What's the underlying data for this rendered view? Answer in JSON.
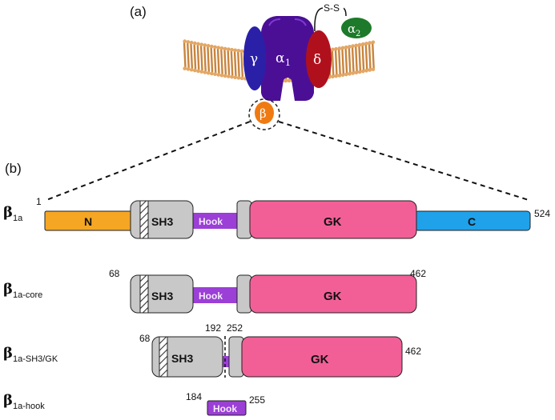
{
  "panels": {
    "a": "(a)",
    "b": "(b)"
  },
  "channel": {
    "gamma": "γ",
    "alpha1_main": "α",
    "alpha1_sub": "1",
    "delta": "δ",
    "beta": "β",
    "disulfide": "S-S",
    "alpha2_main": "α",
    "alpha2_sub": "2",
    "colors": {
      "gamma": "#2a20a8",
      "alpha1": "#4b0f96",
      "delta": "#b0101c",
      "beta": "#f07a12",
      "alpha2": "#1d7a2a",
      "membrane": "#d9a062"
    }
  },
  "domains": {
    "N": "N",
    "SH3": "SH3",
    "Hook": "Hook",
    "GK": "GK",
    "C": "C",
    "colors": {
      "N": "#f5a623",
      "SH3": "#c8c8c8",
      "Hook": "#9b3fd6",
      "GK": "#f25f97",
      "C": "#1fa2ea"
    }
  },
  "constructs": [
    {
      "symbol": "β",
      "subscript": "1a",
      "start_label": "1",
      "end_label": "524"
    },
    {
      "symbol": "β",
      "subscript": "1a-core",
      "start_label": "68",
      "end_label": "462"
    },
    {
      "symbol": "β",
      "subscript": "1a-SH3/GK",
      "start_label": "68",
      "end_label": "462",
      "mid_labels": [
        "192",
        "252"
      ]
    },
    {
      "symbol": "β",
      "subscript": "1a-hook",
      "start_label": "184",
      "end_label": "255"
    }
  ]
}
